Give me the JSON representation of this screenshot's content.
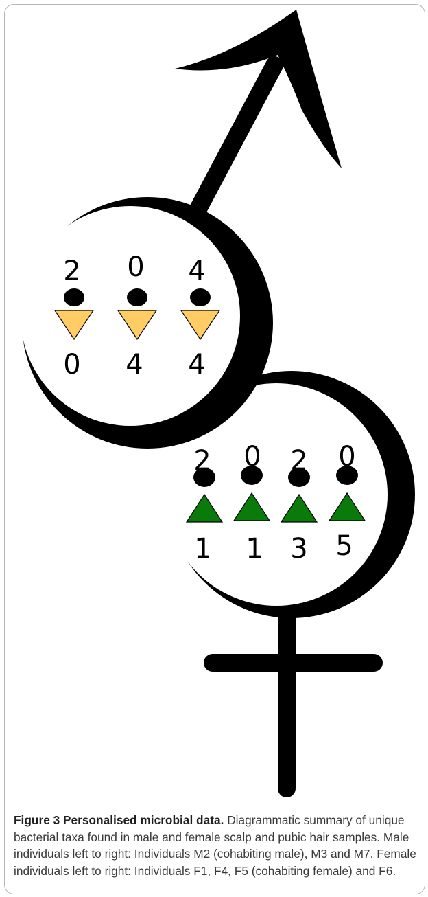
{
  "figure": {
    "label": "Figure 3",
    "title": "Personalised microbial data.",
    "caption": "Diagrammatic summary of unique bacterial taxa found in male and female scalp and pubic hair samples. Male individuals left to right: Individuals M2 (cohabiting male), M3 and M7. Female individuals left to right: Individuals F1, F4, F5 (cohabiting female) and F6."
  },
  "male": {
    "symbol": "mars-symbol",
    "individuals": [
      {
        "top": "2",
        "bottom": "0"
      },
      {
        "top": "0",
        "bottom": "4"
      },
      {
        "top": "4",
        "bottom": "4"
      }
    ]
  },
  "female": {
    "symbol": "venus-symbol",
    "individuals": [
      {
        "top": "2",
        "bottom": "1"
      },
      {
        "top": "0",
        "bottom": "1"
      },
      {
        "top": "2",
        "bottom": "3"
      },
      {
        "top": "0",
        "bottom": "5"
      }
    ]
  },
  "colors": {
    "male_marker": "#ffcc66",
    "female_marker": "#0a7a0a",
    "symbol": "#000000",
    "caption_label": "#2a7a7a"
  }
}
